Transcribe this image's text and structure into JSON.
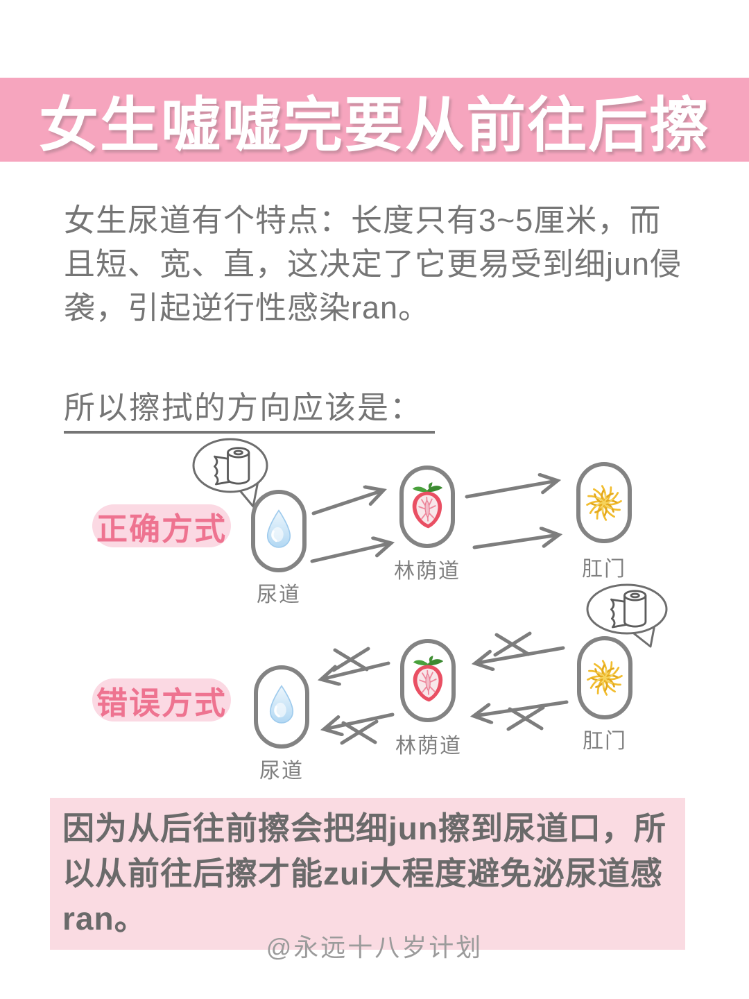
{
  "header": {
    "title": "女生嘘嘘完要从前往后擦",
    "bg_color": "#F6A5BE",
    "text_color": "#FFFFFF"
  },
  "intro": {
    "text": "女生尿道有个特点：长度只有3~5厘米，而且短、宽、直，这决定了它更易受到细jun侵袭，引起逆行性感染ran。"
  },
  "section_heading": {
    "text": "所以擦拭的方向应该是："
  },
  "diagrams": {
    "correct": {
      "label": "正确方式",
      "direction": "front-to-back",
      "nodes": [
        {
          "icon": "water-drop-icon",
          "label": "尿道"
        },
        {
          "icon": "strawberry-icon",
          "label": "林荫道"
        },
        {
          "icon": "chrysanthemum-icon",
          "label": "肛门"
        }
      ]
    },
    "wrong": {
      "label": "错误方式",
      "direction": "back-to-front",
      "crossed_out": true,
      "nodes": [
        {
          "icon": "water-drop-icon",
          "label": "尿道"
        },
        {
          "icon": "strawberry-icon",
          "label": "林荫道"
        },
        {
          "icon": "chrysanthemum-icon",
          "label": "肛门"
        }
      ]
    }
  },
  "icons": {
    "toilet_paper": "toilet-paper-icon",
    "speech_bubble": "speech-bubble",
    "arrow": "open-v-arrow",
    "cross": "cross-mark-icon"
  },
  "conclusion": {
    "text": "因为从后往前擦会把细jun擦到尿道口，所以从前往后擦才能zui大程度避免泌尿道感ran。",
    "bg_color": "#FADBE2"
  },
  "footer": {
    "handle": "@永远十八岁计划"
  },
  "colors": {
    "banner_pink": "#F6A5BE",
    "pill_pink_bg": "#FBD9E3",
    "pill_pink_text": "#EE7390",
    "body_gray": "#757575",
    "line_gray": "#7d7d7d",
    "capsule_border": "#838383",
    "conclusion_bg": "#FADBE2"
  }
}
